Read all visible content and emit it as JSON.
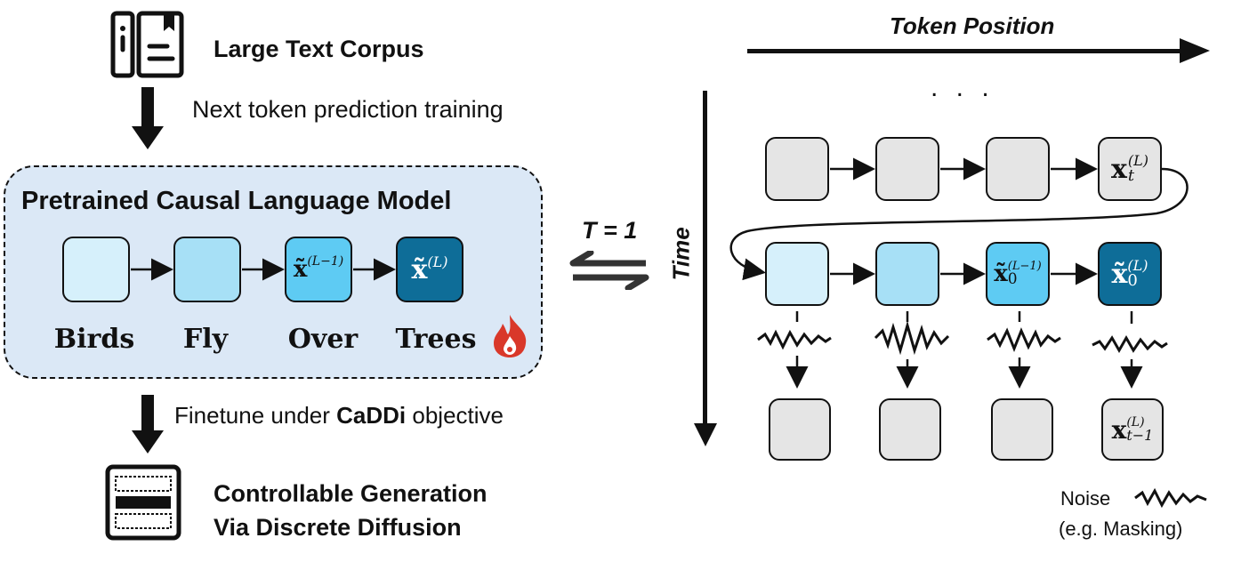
{
  "left": {
    "corpus_label": "Large Text Corpus",
    "step1_label": "Next token prediction training",
    "model_title": "Pretrained Causal Language Model",
    "model_box3": "x̃",
    "model_box3_sup": "(L−1)",
    "model_box4": "x̃",
    "model_box4_sup": "(L)",
    "tokens": [
      "Birds",
      "Fly",
      "Over",
      "Trees"
    ],
    "step2_prefix": "Finetune under ",
    "step2_bold": "CaDDi",
    "step2_suffix": " objective",
    "output_line1": "Controllable Generation",
    "output_line2": "Via Discrete Diffusion"
  },
  "middle": {
    "t_label": "T = 1"
  },
  "right": {
    "x_axis_label": "Token Position",
    "y_axis_label": "Time",
    "ellipsis": ". . .",
    "row1_last": "x",
    "row1_last_sub": "t",
    "row1_last_sup": "(L)",
    "row2_box3": "x̃",
    "row2_box3_sub": "0",
    "row2_box3_sup": "(L−1)",
    "row2_box4": "x̃",
    "row2_box4_sub": "0",
    "row2_box4_sup": "(L)",
    "row3_last": "x",
    "row3_last_sub": "t−1",
    "row3_last_sup": "(L)",
    "legend_noise": "Noise",
    "legend_note": "(e.g. Masking)"
  },
  "colors": {
    "lightest_blue": "#d6f0fb",
    "light_blue": "#a7e0f6",
    "mid_blue": "#5ecbf3",
    "dark_blue": "#0e6d98",
    "panel_blue": "#dbe8f6",
    "gray": "#e5e5e5",
    "fire_red": "#d9382a"
  },
  "icons": [
    "book-icon",
    "document-icon",
    "fire-icon",
    "noise-icon"
  ]
}
